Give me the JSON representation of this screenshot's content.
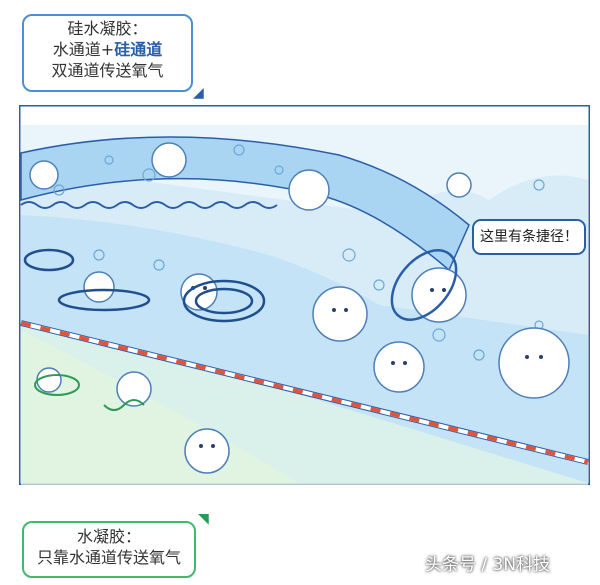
{
  "callout_top": {
    "line1": "硅水凝胶：",
    "line2_a": "水通道+",
    "line2_b": "硅通道",
    "line3": "双通道传送氧气"
  },
  "callout_bottom": {
    "line1": "水凝胶：",
    "line2": "只靠水通道传送氧气"
  },
  "speech_bubble": "这里有条捷径！",
  "watermark": "头条号 / 3N科技",
  "colors": {
    "accent_blue": "#2a5fa8",
    "accent_green": "#43b86a",
    "water_blue": "#bfe0f5",
    "gel_green": "#d6f0d8"
  }
}
